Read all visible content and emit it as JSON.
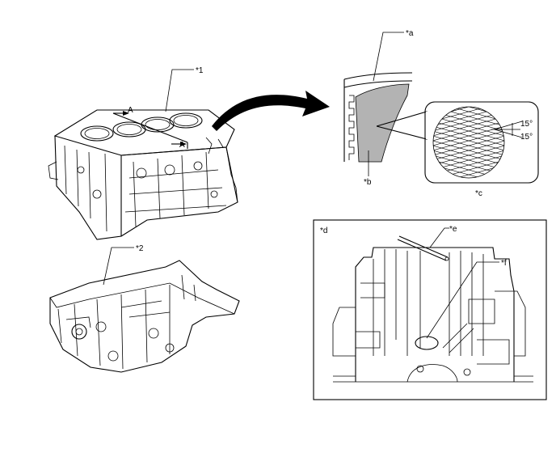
{
  "callouts": {
    "cylinder_block": "*1",
    "oil_pan": "*2",
    "section_top": "*a",
    "wall": "*b",
    "crosshatch": "*c",
    "detail_view": "*d",
    "tool": "*e",
    "hole": "*f"
  },
  "section_marks": {
    "upper": "A",
    "lower": "A"
  },
  "angles": {
    "upper": "15°",
    "lower": "15°"
  },
  "colors": {
    "stroke": "#000000",
    "wall_shade": "#b3b3b3",
    "background": "#ffffff"
  }
}
